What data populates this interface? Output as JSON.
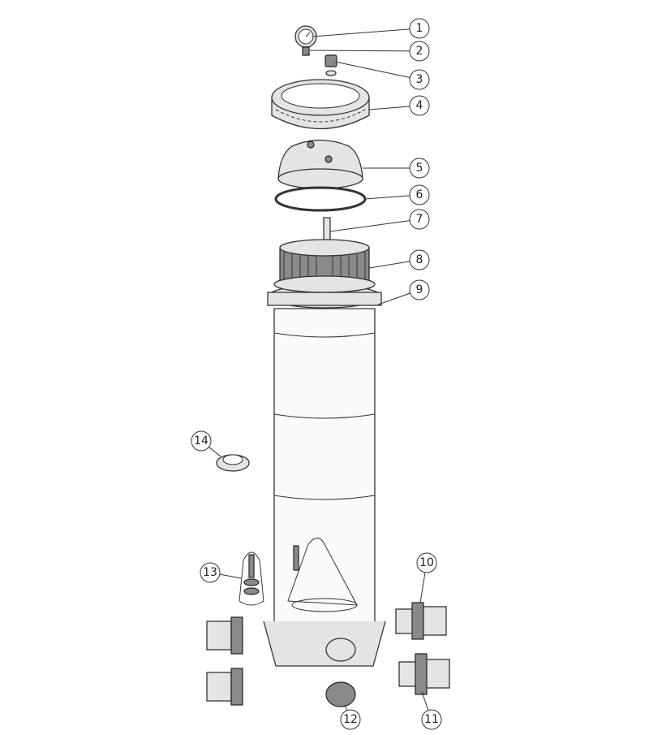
{
  "diagram": {
    "callouts": [
      {
        "label": "1"
      },
      {
        "label": "2"
      },
      {
        "label": "3"
      },
      {
        "label": "4"
      },
      {
        "label": "5"
      },
      {
        "label": "6"
      },
      {
        "label": "7"
      },
      {
        "label": "8"
      },
      {
        "label": "9"
      },
      {
        "label": "10"
      },
      {
        "label": "11"
      },
      {
        "label": "12"
      },
      {
        "label": "13"
      },
      {
        "label": "14"
      }
    ]
  }
}
